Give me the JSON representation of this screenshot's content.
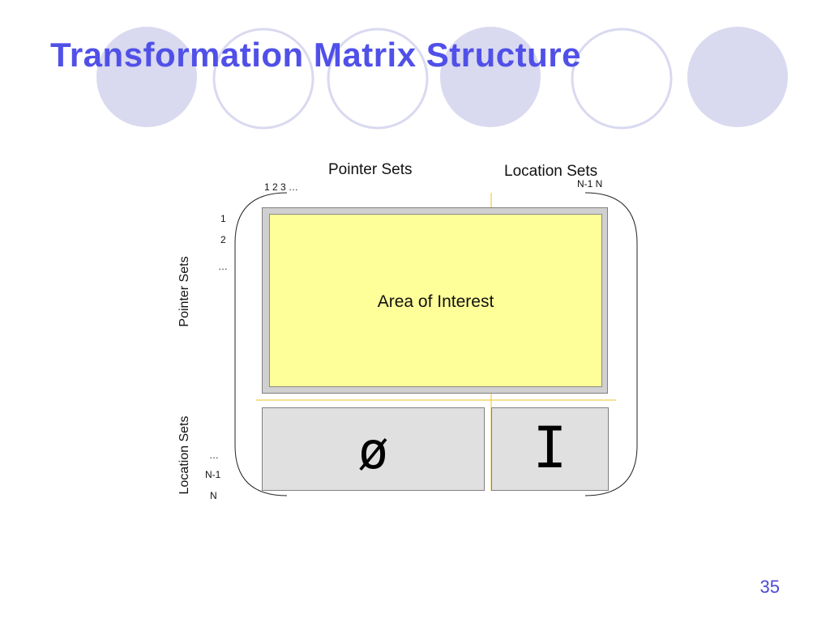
{
  "slide": {
    "title": "Transformation Matrix Structure",
    "page_number": "35",
    "colors": {
      "title": "#5050e8",
      "circle_fill": "#d9d9f0",
      "circle_stroke": "#d9d9f0",
      "area_fill": "#ffff99",
      "area_frame": "#d0d0d0",
      "cell_fill": "#e0e0e0",
      "divider": "#f0c020",
      "page_number": "#4a4ad8"
    }
  },
  "diagram": {
    "top_labels": {
      "pointer_sets": "Pointer Sets",
      "location_sets": "Location Sets",
      "col_start": "1 2 3 …",
      "col_end": "N-1 N"
    },
    "side_labels": {
      "pointer_sets": "Pointer Sets",
      "location_sets": "Location Sets"
    },
    "row_indices": {
      "r1": "1",
      "r2": "2",
      "r_ellipsis_top": "…",
      "r_ellipsis_bottom": "…",
      "r_n_minus_1": "N-1",
      "r_n": "N"
    },
    "area_of_interest": "Area of Interest",
    "empty_set_symbol": "ø",
    "identity_symbol": "I"
  }
}
